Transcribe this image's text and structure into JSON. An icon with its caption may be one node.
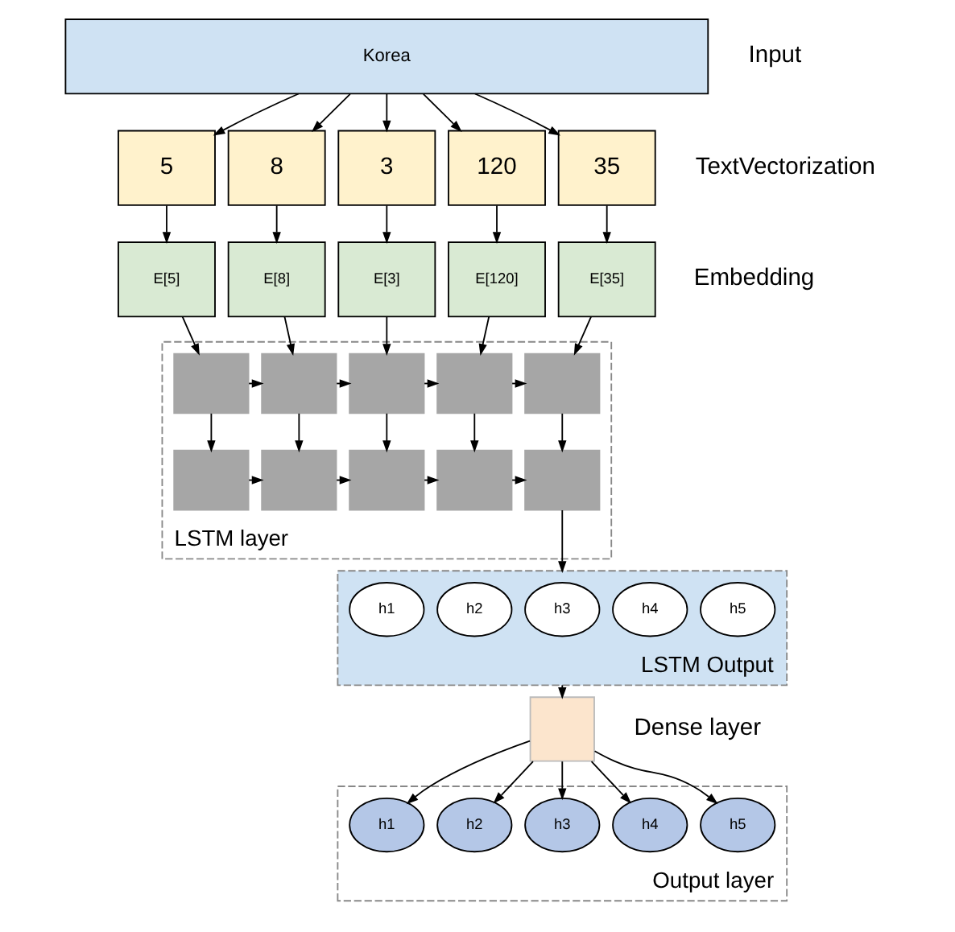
{
  "diagram": {
    "nodes": [
      {
        "text": [
          "Korea"
        ],
        "beside": [
          "Input"
        ]
      },
      {
        "text": [
          "5"
        ]
      },
      {
        "text": [
          "8"
        ]
      },
      {
        "text": [
          "3"
        ]
      },
      {
        "text": [
          "120"
        ]
      },
      {
        "text": [
          "35"
        ],
        "beside": [
          "TextVectorization"
        ]
      },
      {
        "text": [
          "E[5]"
        ]
      },
      {
        "text": [
          "E[8]"
        ]
      },
      {
        "text": [
          "E[3]"
        ]
      },
      {
        "text": [
          "E[120]"
        ]
      },
      {
        "text": [
          "E[35]"
        ],
        "beside": [
          "Embedding"
        ]
      },
      {
        "text": [
          "LSTM layer"
        ]
      },
      {
        "text": [],
        "shape": "box",
        "in": 11
      },
      {
        "text": [],
        "shape": "box",
        "in": 11
      },
      {
        "text": [],
        "shape": "box",
        "in": 11
      },
      {
        "text": [],
        "shape": "box",
        "in": 11
      },
      {
        "text": [],
        "shape": "box",
        "in": 11
      },
      {
        "text": [],
        "shape": "box",
        "in": 11
      },
      {
        "text": [],
        "shape": "box",
        "in": 11
      },
      {
        "text": [],
        "shape": "box",
        "in": 11
      },
      {
        "text": [],
        "shape": "box",
        "in": 11
      },
      {
        "text": [],
        "shape": "box",
        "in": 11
      },
      {
        "text": [
          "LSTM Output"
        ]
      },
      {
        "text": [
          "h1"
        ],
        "in": 22
      },
      {
        "text": [
          "h2"
        ],
        "in": 22
      },
      {
        "text": [
          "h3"
        ],
        "in": 22
      },
      {
        "text": [
          "h4"
        ],
        "in": 22
      },
      {
        "text": [
          "h5"
        ],
        "in": 22
      },
      {
        "text": [],
        "shape": "box",
        "beside": [
          "Dense layer"
        ]
      },
      {
        "text": [
          "Output layer"
        ]
      },
      {
        "text": [
          "h1"
        ],
        "in": 29
      },
      {
        "text": [
          "h2"
        ],
        "in": 29
      },
      {
        "text": [
          "h3"
        ],
        "in": 29
      },
      {
        "text": [
          "h4"
        ],
        "in": 29
      },
      {
        "text": [
          "h5"
        ],
        "in": 29
      }
    ],
    "edges": [
      {
        "from": 0,
        "to": 1,
        "arrow": "to"
      },
      {
        "from": 0,
        "to": 2,
        "arrow": "to"
      },
      {
        "from": 0,
        "to": 3,
        "arrow": "to"
      },
      {
        "from": 0,
        "to": 4,
        "arrow": "to"
      },
      {
        "from": 0,
        "to": 5,
        "arrow": "to"
      },
      {
        "from": 1,
        "to": 6,
        "arrow": "to"
      },
      {
        "from": 2,
        "to": 7,
        "arrow": "to"
      },
      {
        "from": 3,
        "to": 8,
        "arrow": "to"
      },
      {
        "from": 4,
        "to": 9,
        "arrow": "to"
      },
      {
        "from": 5,
        "to": 10,
        "arrow": "to"
      },
      {
        "from": 6,
        "to": 12,
        "arrow": "to"
      },
      {
        "from": 7,
        "to": 13,
        "arrow": "to"
      },
      {
        "from": 8,
        "to": 14,
        "arrow": "to"
      },
      {
        "from": 9,
        "to": 15,
        "arrow": "to"
      },
      {
        "from": 10,
        "to": 16,
        "arrow": "to"
      },
      {
        "from": 12,
        "to": 13,
        "arrow": "to"
      },
      {
        "from": 13,
        "to": 14,
        "arrow": "to"
      },
      {
        "from": 14,
        "to": 15,
        "arrow": "to"
      },
      {
        "from": 15,
        "to": 16,
        "arrow": "to"
      },
      {
        "from": 12,
        "to": 17,
        "arrow": "to"
      },
      {
        "from": 13,
        "to": 18,
        "arrow": "to"
      },
      {
        "from": 14,
        "to": 19,
        "arrow": "to"
      },
      {
        "from": 15,
        "to": 20,
        "arrow": "to"
      },
      {
        "from": 16,
        "to": 21,
        "arrow": "to"
      },
      {
        "from": 17,
        "to": 18,
        "arrow": "to"
      },
      {
        "from": 18,
        "to": 19,
        "arrow": "to"
      },
      {
        "from": 19,
        "to": 20,
        "arrow": "to"
      },
      {
        "from": 20,
        "to": 21,
        "arrow": "to"
      },
      {
        "from": 21,
        "to": 22,
        "arrow": "to"
      },
      {
        "from": 22,
        "to": 28,
        "arrow": "to"
      },
      {
        "from": 28,
        "to": 30,
        "arrow": "to"
      },
      {
        "from": 28,
        "to": 31,
        "arrow": "to"
      },
      {
        "from": 28,
        "to": 32,
        "arrow": "to"
      },
      {
        "from": 28,
        "to": 33,
        "arrow": "to"
      },
      {
        "from": 28,
        "to": 34,
        "arrow": "to"
      }
    ]
  }
}
